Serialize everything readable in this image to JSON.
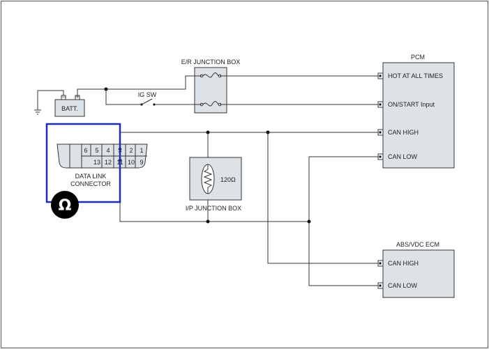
{
  "colors": {
    "wire": "#333333",
    "box_fill": "#dde2e6",
    "highlight": "#1a2fb3",
    "ohm_badge": "#000000"
  },
  "labels": {
    "er_junction_box": "E/R JUNCTION BOX",
    "ig_sw": "IG SW",
    "batt": "BATT.",
    "pcm": "PCM",
    "pcm_hot": "HOT AT ALL TIMES",
    "pcm_on_start": "ON/START Input",
    "pcm_can_high": "CAN HIGH",
    "pcm_can_low": "CAN LOW",
    "dlc_line1": "DATA LINK",
    "dlc_line2": "CONNECTOR",
    "resistor_value": "120Ω",
    "ip_junction_box": "I/P JUNCTION BOX",
    "abs_vdc_ecm": "ABS/VDC ECM",
    "abs_can_high": "CAN HIGH",
    "abs_can_low": "CAN LOW",
    "ohm_symbol": "Ω"
  },
  "dlc_pins": {
    "top": [
      "6",
      "5",
      "4",
      "3",
      "2",
      "1"
    ],
    "bottom": [
      "13",
      "12",
      "11",
      "10",
      "9"
    ]
  },
  "icons": {
    "ohmmeter": "ohm-meter-icon",
    "fuse": "fuse-icon",
    "resistor": "resistor-icon",
    "ground": "ground-icon"
  }
}
